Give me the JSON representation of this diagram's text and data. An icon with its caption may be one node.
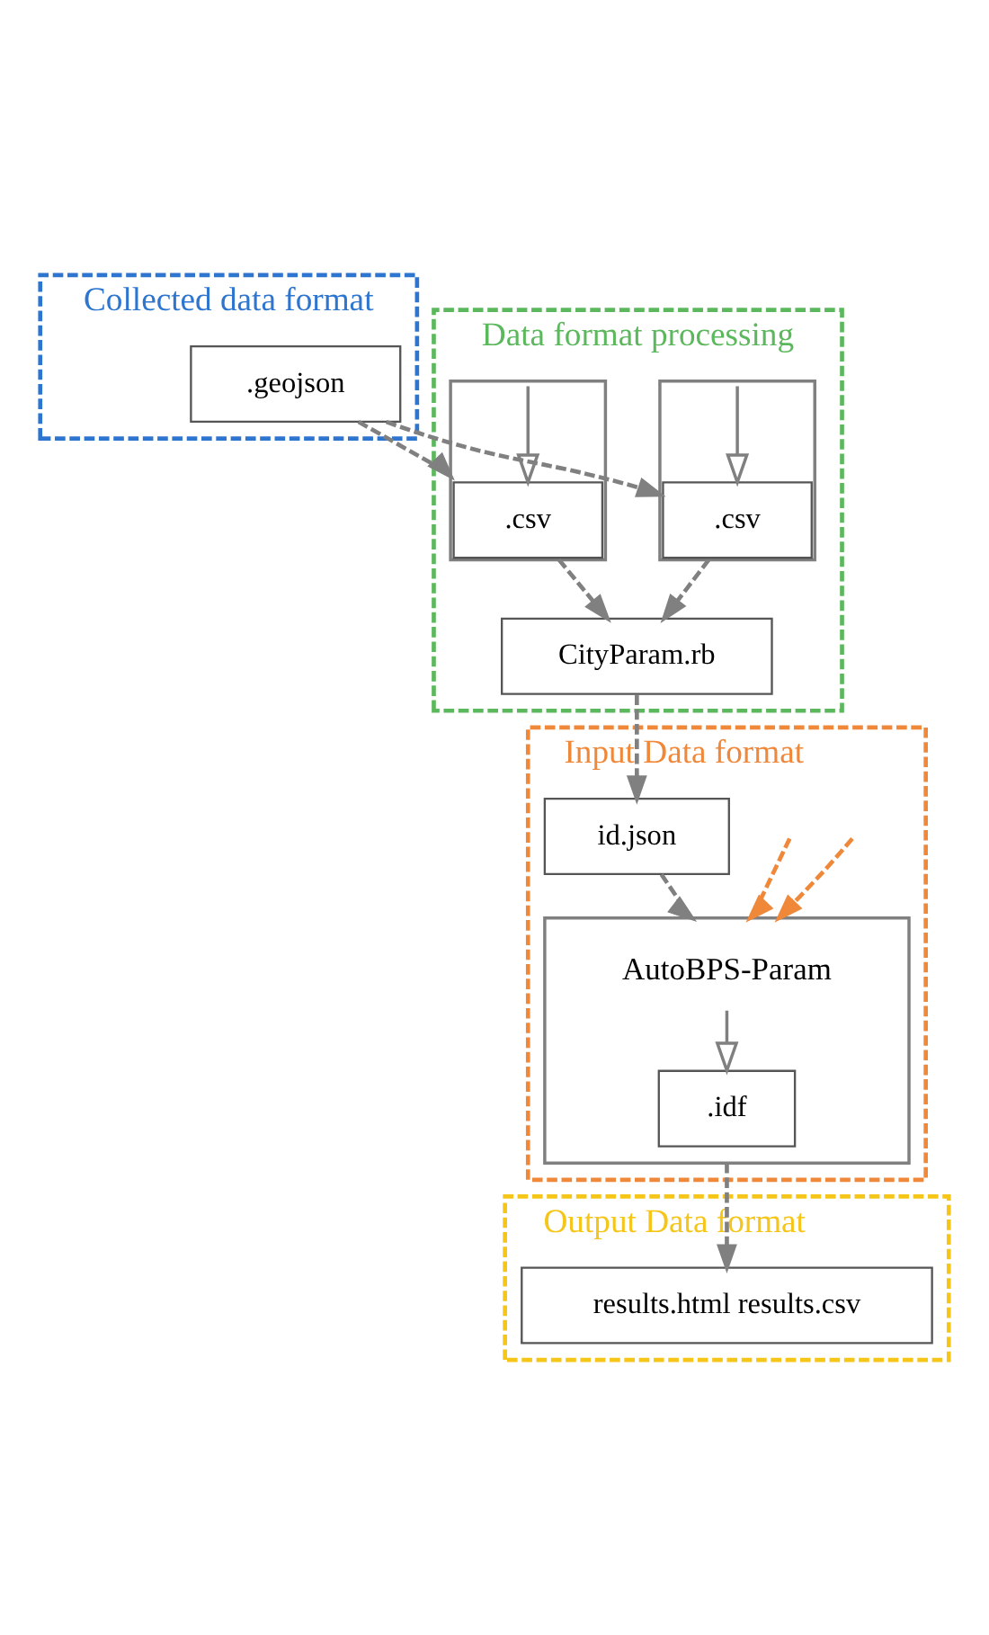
{
  "diagram": {
    "nodes": [
      {
        "text": [
          "Collected data format"
        ]
      },
      {
        "text": [
          ".geojson"
        ],
        "in": 0
      },
      {
        "text": [
          "Data format processing"
        ]
      },
      {
        "text": [],
        "shape": "box",
        "in": 2
      },
      {
        "text": [
          ".csv"
        ],
        "in": 3
      },
      {
        "text": [],
        "shape": "box",
        "in": 2
      },
      {
        "text": [
          ".csv"
        ],
        "in": 5
      },
      {
        "text": [
          "CityParam.rb"
        ],
        "in": 2
      },
      {
        "text": [
          "Input Data format"
        ]
      },
      {
        "text": [
          "id.json"
        ],
        "in": 8
      },
      {
        "text": [
          "AutoBPS-Param"
        ],
        "in": 8
      },
      {
        "text": [
          ".idf"
        ],
        "in": 10
      },
      {
        "text": [
          "Output Data format"
        ]
      },
      {
        "text": [
          "results.html results.csv"
        ],
        "in": 12
      }
    ],
    "edges": [
      {
        "from": 1,
        "to": 3,
        "arrow": "to",
        "style": "dashed"
      },
      {
        "from": 1,
        "to": 5,
        "arrow": "to",
        "style": "dashed"
      },
      {
        "from": 3,
        "to": 4,
        "arrow": "to"
      },
      {
        "from": 5,
        "to": 6,
        "arrow": "to"
      },
      {
        "from": 3,
        "to": 7,
        "arrow": "to",
        "style": "dashed"
      },
      {
        "from": 5,
        "to": 7,
        "arrow": "to",
        "style": "dashed"
      },
      {
        "from": 7,
        "to": 9,
        "arrow": "to",
        "style": "dashed"
      },
      {
        "from": 9,
        "to": 10,
        "arrow": "to",
        "style": "dashed"
      },
      {
        "from": null,
        "to": 10,
        "arrow": "to",
        "style": "dashed",
        "color": "#f0883a"
      },
      {
        "from": null,
        "to": 10,
        "arrow": "to",
        "style": "dashed",
        "color": "#f0883a"
      },
      {
        "from": 10,
        "to": 11,
        "arrow": "to"
      },
      {
        "from": 10,
        "to": 13,
        "arrow": "to",
        "style": "dashed"
      }
    ]
  }
}
